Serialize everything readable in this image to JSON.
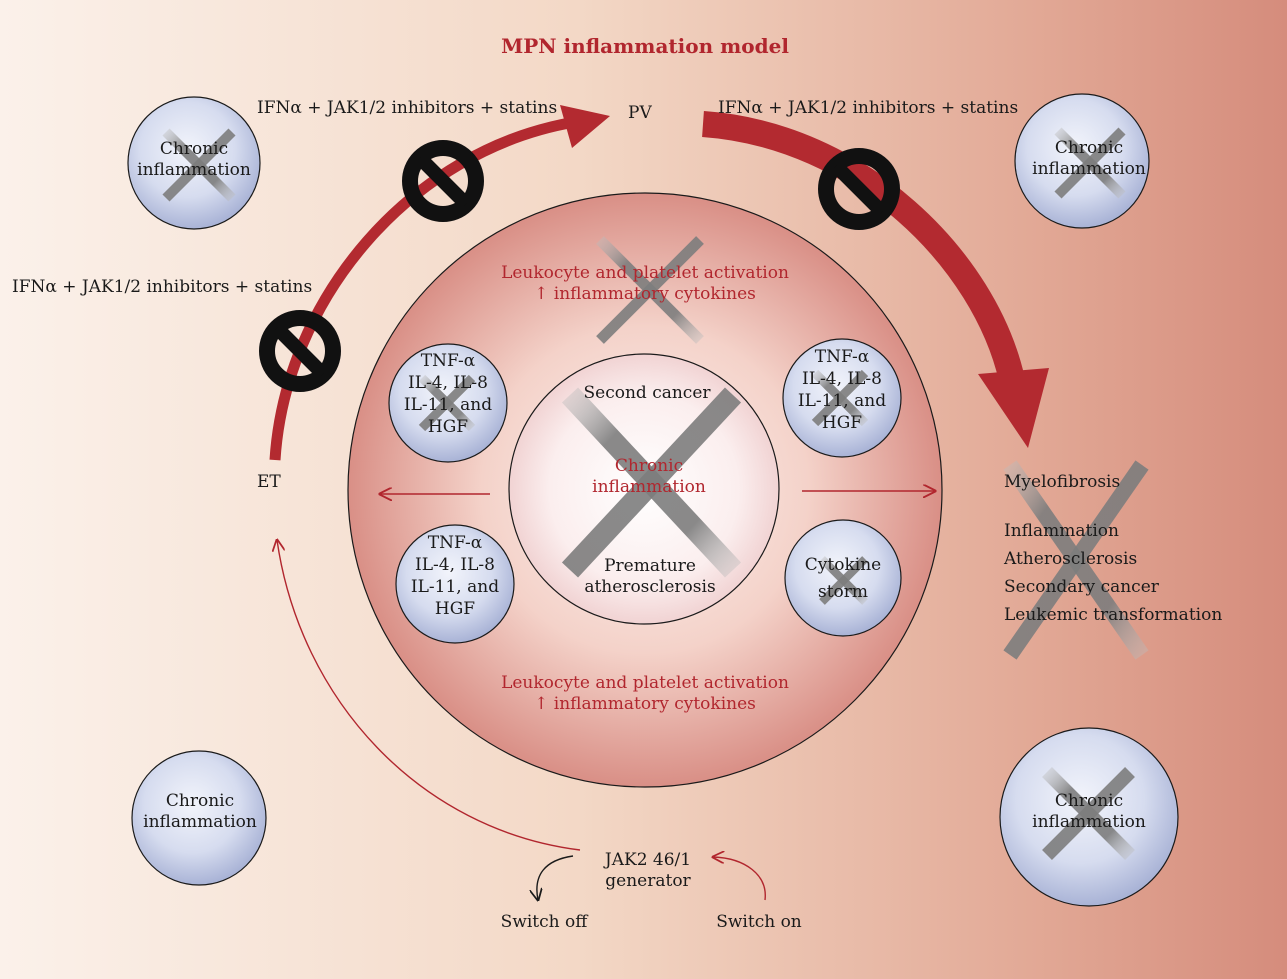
{
  "title": "MPN inflammation model",
  "colors": {
    "accent_red": "#b1262e",
    "bubble_fill": "#d6dcef",
    "cross_grey": "#7d7d7d",
    "stop_black": "#111111"
  },
  "stages": {
    "et": "ET",
    "pv": "PV"
  },
  "treatments": {
    "top_left": "IFNα + JAK1/2 inhibitors + statins",
    "top_right": "IFNα + JAK1/2 inhibitors + statins",
    "left": "IFNα + JAK1/2 inhibitors + statins"
  },
  "chronic_circles": {
    "top_left": [
      "Chronic",
      "inflammation"
    ],
    "top_right": [
      "Chronic",
      "inflammation"
    ],
    "bottom_left": [
      "Chronic",
      "inflammation"
    ],
    "bottom_right": [
      "Chronic",
      "inflammation"
    ]
  },
  "activation": {
    "top": {
      "line1": "Leukocyte and platelet activation",
      "line2": "↑ inflammatory cytokines"
    },
    "bottom": {
      "line1": "Leukocyte and platelet activation",
      "line2": "↑ inflammatory cytokines"
    }
  },
  "cytokine_circles": {
    "upper_left": [
      "TNF-α",
      "IL-4, IL-8",
      "IL-11, and",
      "HGF"
    ],
    "upper_right": [
      "TNF-α",
      "IL-4, IL-8",
      "IL-11, and",
      "HGF"
    ],
    "lower_left": [
      "TNF-α",
      "IL-4, IL-8",
      "IL-11, and",
      "HGF"
    ],
    "lower_right": [
      "Cytokine",
      "storm"
    ]
  },
  "core": {
    "top": "Second cancer",
    "middle": [
      "Chronic",
      "inflammation"
    ],
    "bottom": [
      "Premature",
      "atherosclerosis"
    ]
  },
  "outcomes": {
    "heading": "Myelofibrosis",
    "items": [
      "Inflammation",
      "Atherosclerosis",
      "Secondary cancer",
      "Leukemic transformation"
    ]
  },
  "generator": {
    "label": [
      "JAK2 46/1",
      "generator"
    ],
    "switch_off": "Switch off",
    "switch_on": "Switch on"
  }
}
